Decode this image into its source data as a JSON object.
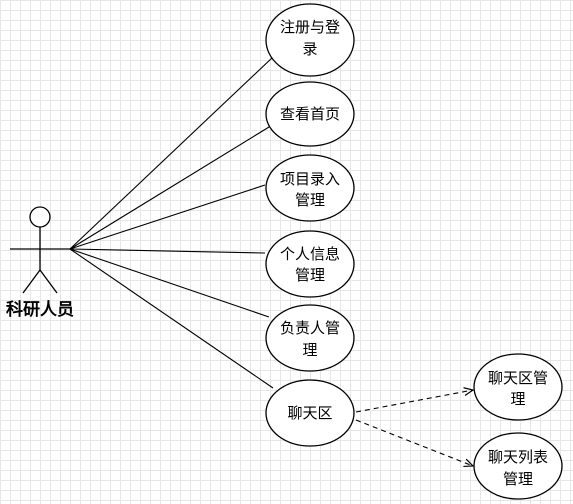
{
  "actor": {
    "label": "科研人员"
  },
  "use_cases": [
    {
      "id": "register-login",
      "lines": [
        "注册与登",
        "录"
      ]
    },
    {
      "id": "view-home",
      "lines": [
        "查看首页"
      ]
    },
    {
      "id": "project-entry",
      "lines": [
        "项目录入",
        "管理"
      ]
    },
    {
      "id": "personal-info",
      "lines": [
        "个人信息",
        "管理"
      ]
    },
    {
      "id": "person-in-charge",
      "lines": [
        "负责人管",
        "理"
      ]
    },
    {
      "id": "chat-area",
      "lines": [
        "聊天区"
      ]
    },
    {
      "id": "chat-area-management",
      "lines": [
        "聊天区管",
        "理"
      ]
    },
    {
      "id": "chat-list-management",
      "lines": [
        "聊天列表",
        "管理"
      ]
    }
  ]
}
